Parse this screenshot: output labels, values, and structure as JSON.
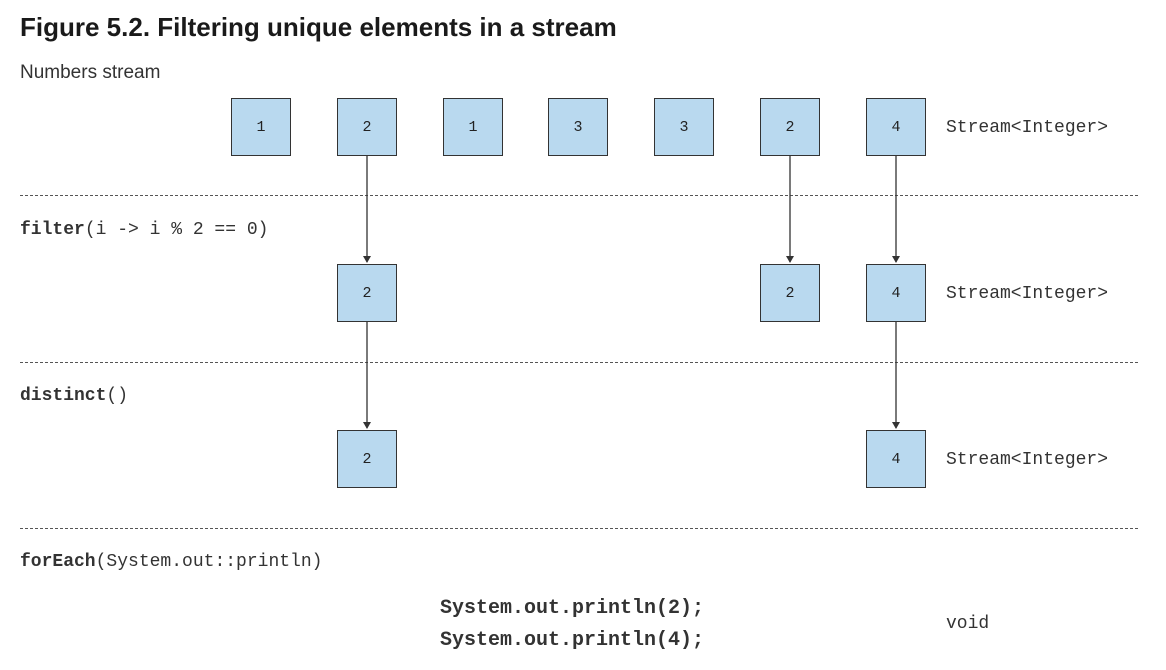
{
  "figure": {
    "title": "Figure 5.2. Filtering unique elements in a stream",
    "source_label": "Numbers stream"
  },
  "rows": {
    "source": {
      "values": [
        "1",
        "2",
        "1",
        "3",
        "3",
        "2",
        "4"
      ],
      "type_label": "Stream<Integer>"
    },
    "filter": {
      "op_name": "filter",
      "op_args": "(i -> i % 2 == 0)",
      "values": [
        "2",
        "2",
        "4"
      ],
      "type_label": "Stream<Integer>"
    },
    "distinct": {
      "op_name": "distinct",
      "op_args": "()",
      "values": [
        "2",
        "4"
      ],
      "type_label": "Stream<Integer>"
    },
    "foreach": {
      "op_name": "forEach",
      "op_args": "(System.out::println)",
      "output_lines": [
        "System.out.println(2);",
        "System.out.println(4);"
      ],
      "type_label": "void"
    }
  },
  "colors": {
    "box_fill": "#b9d9ef",
    "box_stroke": "#333333",
    "arrow": "#333333"
  }
}
